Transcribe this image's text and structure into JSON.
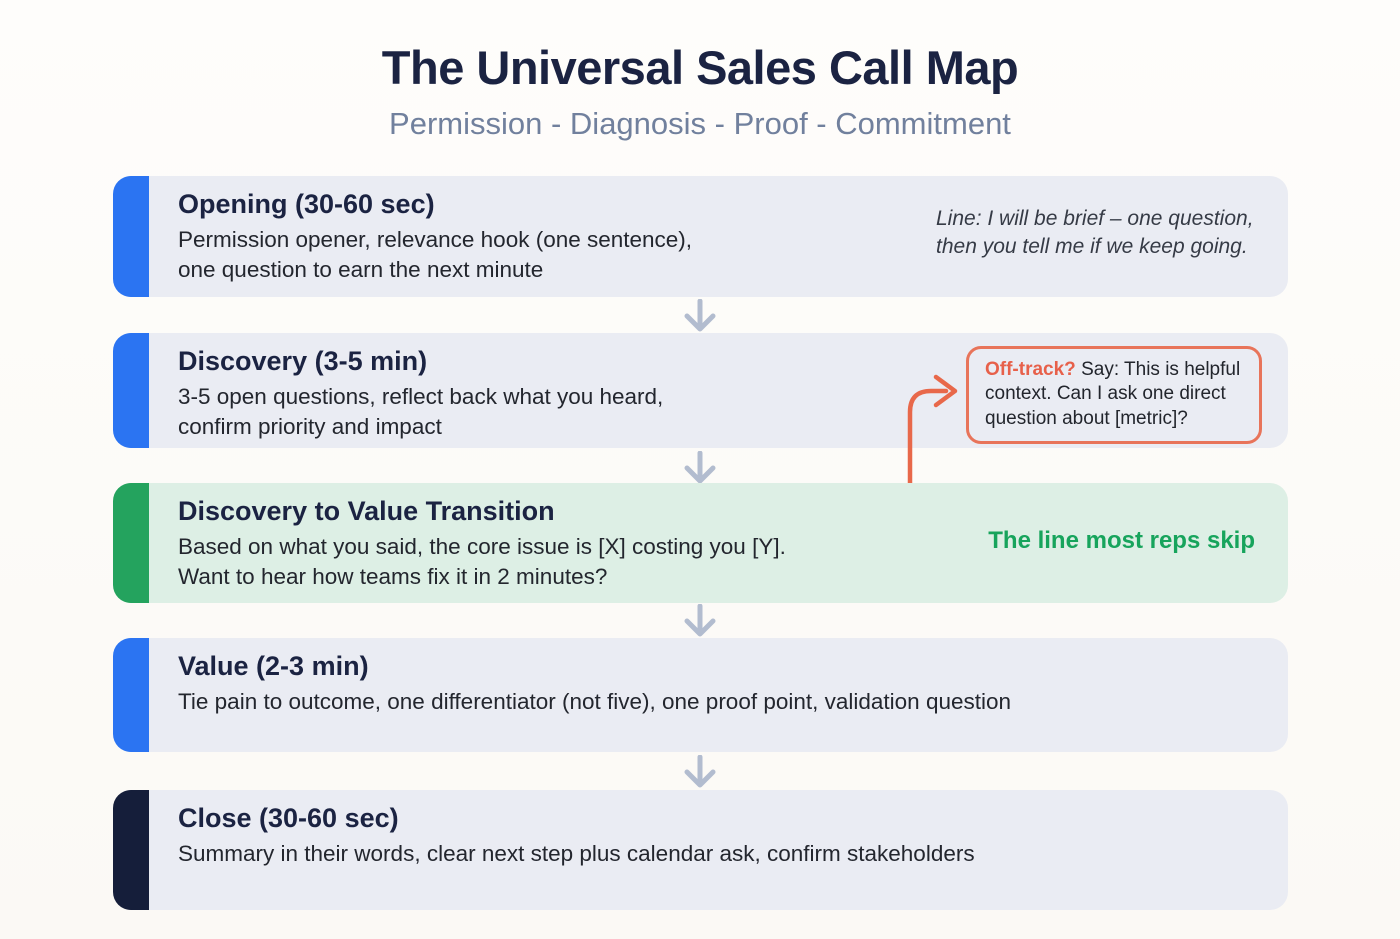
{
  "header": {
    "title": "The Universal Sales Call Map",
    "subtitle": "Permission - Diagnosis - Proof - Commitment"
  },
  "colors": {
    "title_text": "#1b2342",
    "subtitle_text": "#71809d",
    "accent_blue": "#2b74f2",
    "accent_green": "#24a35e",
    "accent_navy": "#151e3a",
    "card_bg_blue_gray": "#eaecf3",
    "card_bg_green": "#ddefe5",
    "flow_arrow": "#b2bccf",
    "callout_border": "#e8745a",
    "callout_label_text": "#e7604a",
    "green_note_text": "#17a45c"
  },
  "stages": [
    {
      "title": "Opening (30-60 sec)",
      "body": "Permission opener, relevance hook (one sentence),\none question to earn the next minute",
      "side_note": "Line: I will be brief – one question,\nthen you tell me if we keep going.",
      "accent_color": "#2b74f2"
    },
    {
      "title": "Discovery (3-5 min)",
      "body": "3-5 open questions, reflect back what you heard,\nconfirm priority and impact",
      "callout": {
        "label": "Off-track?",
        "text": "Say: This is helpful context. Can I ask one direct question about [metric]?"
      },
      "accent_color": "#2b74f2"
    },
    {
      "title": "Discovery to Value Transition",
      "body": "Based on what you said, the core issue is [X] costing you [Y].\nWant to hear how teams fix it in 2 minutes?",
      "side_note": "The line most reps skip",
      "accent_color": "#24a35e"
    },
    {
      "title": "Value (2-3 min)",
      "body": "Tie pain to outcome, one differentiator (not five), one proof point, validation question",
      "accent_color": "#2b74f2"
    },
    {
      "title": "Close (30-60 sec)",
      "body": "Summary in their words, clear next step plus calendar ask, confirm stakeholders",
      "accent_color": "#151e3a"
    }
  ]
}
